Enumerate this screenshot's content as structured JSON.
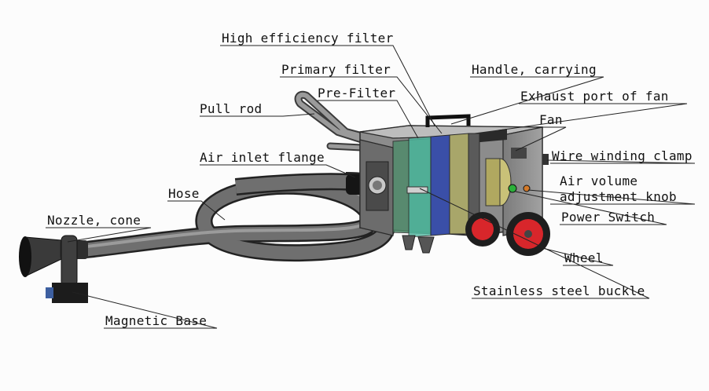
{
  "labels": {
    "high_efficiency_filter": "High efficiency filter",
    "primary_filter": "Primary filter",
    "handle_carrying": "Handle, carrying",
    "pre_filter": "Pre-Filter",
    "exhaust_port": "Exhaust port of fan",
    "pull_rod": "Pull rod",
    "fan": "Fan",
    "wire_winding_clamp": "Wire winding clamp",
    "air_inlet_flange": "Air inlet flange",
    "air_volume_line1": "Air volume",
    "air_volume_line2": "adjustment knob",
    "hose": "Hose",
    "power_switch": "Power Switch",
    "nozzle_cone": "Nozzle, cone",
    "wheel": "Wheel",
    "stainless_steel_buckle": "Stainless steel buckle",
    "magnetic_base": "Magnetic Base"
  },
  "colors": {
    "pre_filter": "#4fb8a0",
    "primary_filter": "#3a4fa8",
    "high_efficiency_filter": "#a8a66a",
    "wheel_rim": "#d8262b",
    "power_switch": "#2bb03a",
    "knob": "#d47a2a"
  }
}
